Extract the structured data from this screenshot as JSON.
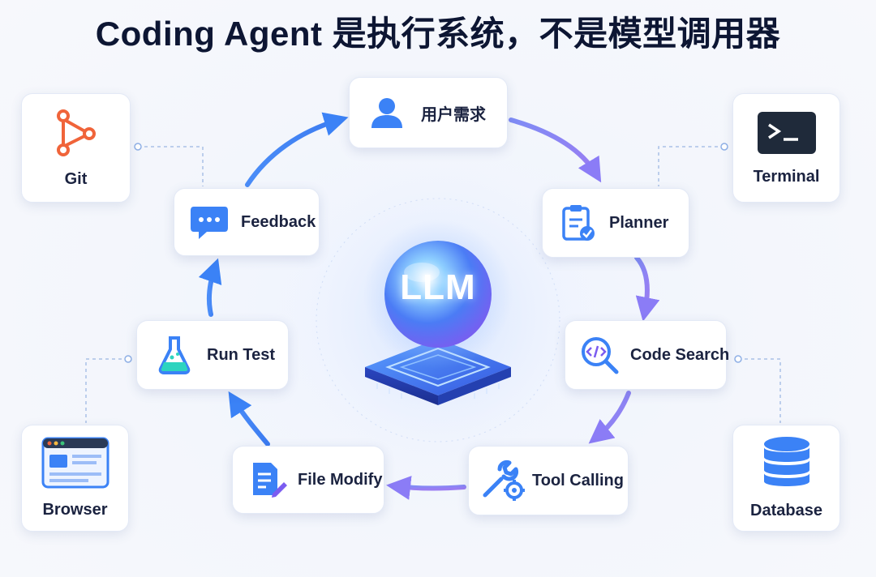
{
  "title": "Coding Agent 是执行系统，不是模型调用器",
  "core": {
    "label": "LLM"
  },
  "cycle": [
    {
      "id": "user-need",
      "label": "用户需求",
      "icon": "user-icon"
    },
    {
      "id": "planner",
      "label": "Planner",
      "icon": "clipboard-check-icon"
    },
    {
      "id": "code-search",
      "label": "Code Search",
      "icon": "code-search-icon"
    },
    {
      "id": "tool-calling",
      "label": "Tool Calling",
      "icon": "wrench-gear-icon"
    },
    {
      "id": "file-modify",
      "label": "File Modify",
      "icon": "file-edit-icon"
    },
    {
      "id": "run-test",
      "label": "Run Test",
      "icon": "flask-icon"
    },
    {
      "id": "feedback",
      "label": "Feedback",
      "icon": "chat-bubble-icon"
    }
  ],
  "tools": {
    "git": {
      "label": "Git",
      "icon": "git-icon"
    },
    "terminal": {
      "label": "Terminal",
      "icon": "terminal-icon"
    },
    "browser": {
      "label": "Browser",
      "icon": "browser-icon"
    },
    "database": {
      "label": "Database",
      "icon": "database-icon"
    }
  },
  "colors": {
    "blue": "#3b82f6",
    "purple": "#8b7cf6",
    "text": "#1b2340",
    "dashed": "#a9c0e6"
  }
}
